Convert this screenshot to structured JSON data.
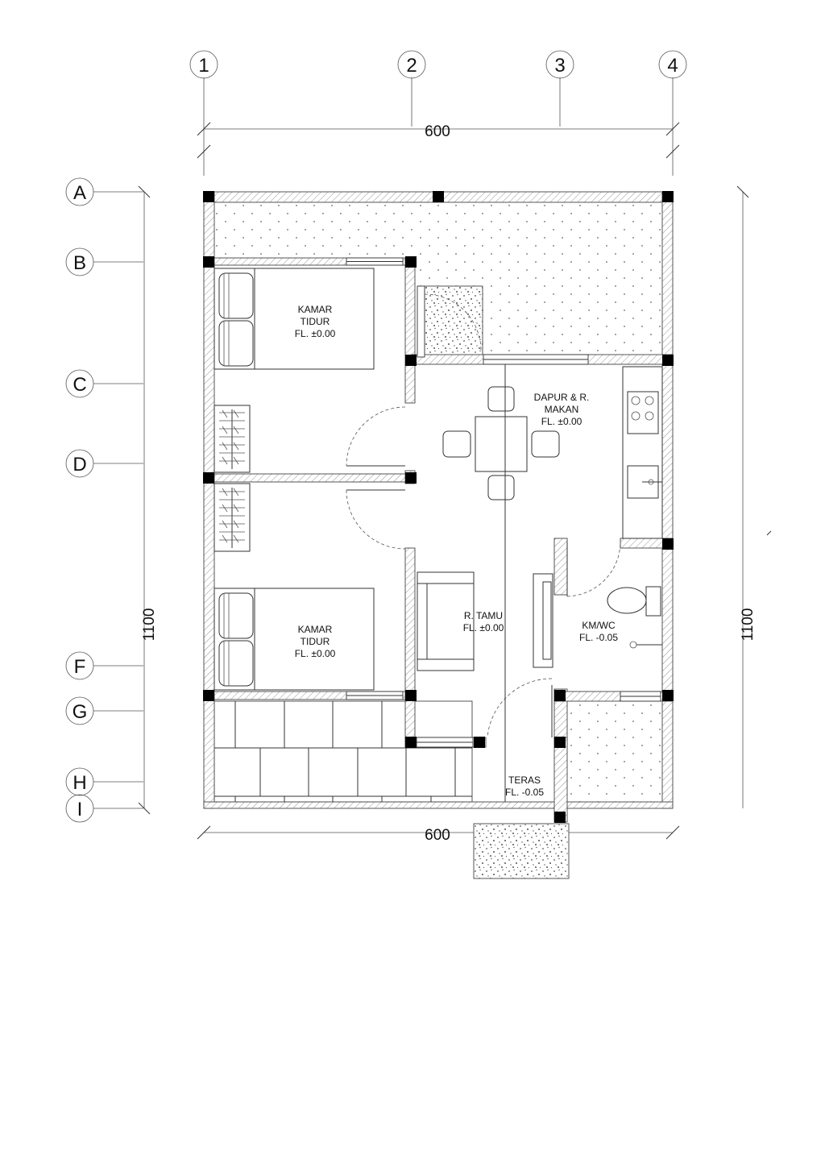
{
  "grid": {
    "columns": [
      "1",
      "2",
      "3",
      "4"
    ],
    "rows": [
      "A",
      "B",
      "C",
      "D",
      "F",
      "G",
      "H",
      "I"
    ]
  },
  "dimensions": {
    "top": "600",
    "bottom": "600",
    "left": "1100",
    "right": "1100"
  },
  "rooms": {
    "bedroom_top": [
      "KAMAR",
      "TIDUR",
      "FL. ±0.00"
    ],
    "kitchen_dining": [
      "DAPUR & R.",
      "MAKAN",
      "FL. ±0.00"
    ],
    "living": [
      "R. TAMU",
      "FL. ±0.00"
    ],
    "bedroom_bottom": [
      "KAMAR",
      "TIDUR",
      "FL. ±0.00"
    ],
    "bathroom": [
      "KM/WC",
      "FL. -0.05"
    ],
    "terrace": [
      "TERAS",
      "FL. -0.05"
    ]
  }
}
